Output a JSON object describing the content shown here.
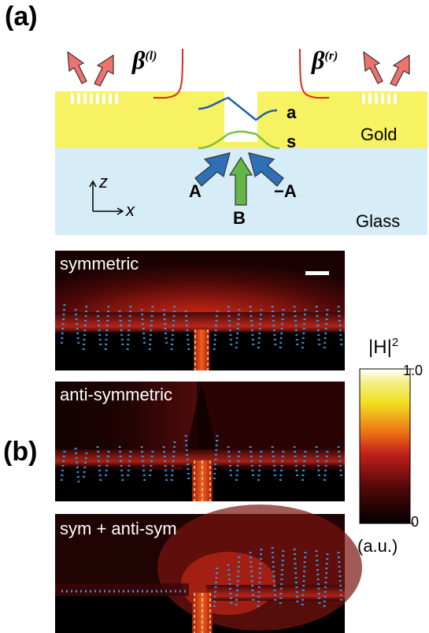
{
  "panel_a": {
    "label": "(a)",
    "beta_left": "β",
    "beta_left_sup": "(l)",
    "beta_right": "β",
    "beta_right_sup": "(r)",
    "mode_a": "a",
    "mode_s": "s",
    "gold_label": "Gold",
    "glass_label": "Glass",
    "axis_z": "z",
    "axis_x": "x",
    "arrow_A": "A",
    "arrow_minusA": "−A",
    "arrow_B": "B",
    "colors": {
      "gold": "#f6f261",
      "glass": "#d6ecf6",
      "red_arrow": "#f0726e",
      "blue_arrow": "#2e6fb6",
      "green_arrow": "#62b746",
      "curve_red": "#e0281e",
      "curve_blue": "#1f5fad",
      "curve_green": "#79c043"
    }
  },
  "panel_b": {
    "label": "(b)",
    "maps": [
      {
        "title": "symmetric"
      },
      {
        "title": "anti-symmetric"
      },
      {
        "title": "sym + anti-sym"
      }
    ],
    "colorbar": {
      "title": "|H|",
      "title_sup": "2",
      "max_label": "1.0",
      "min_label": "0",
      "unit": "(a.u.)"
    },
    "colors": {
      "dots": "#3a95d8",
      "dashes": "#e8e070"
    }
  }
}
